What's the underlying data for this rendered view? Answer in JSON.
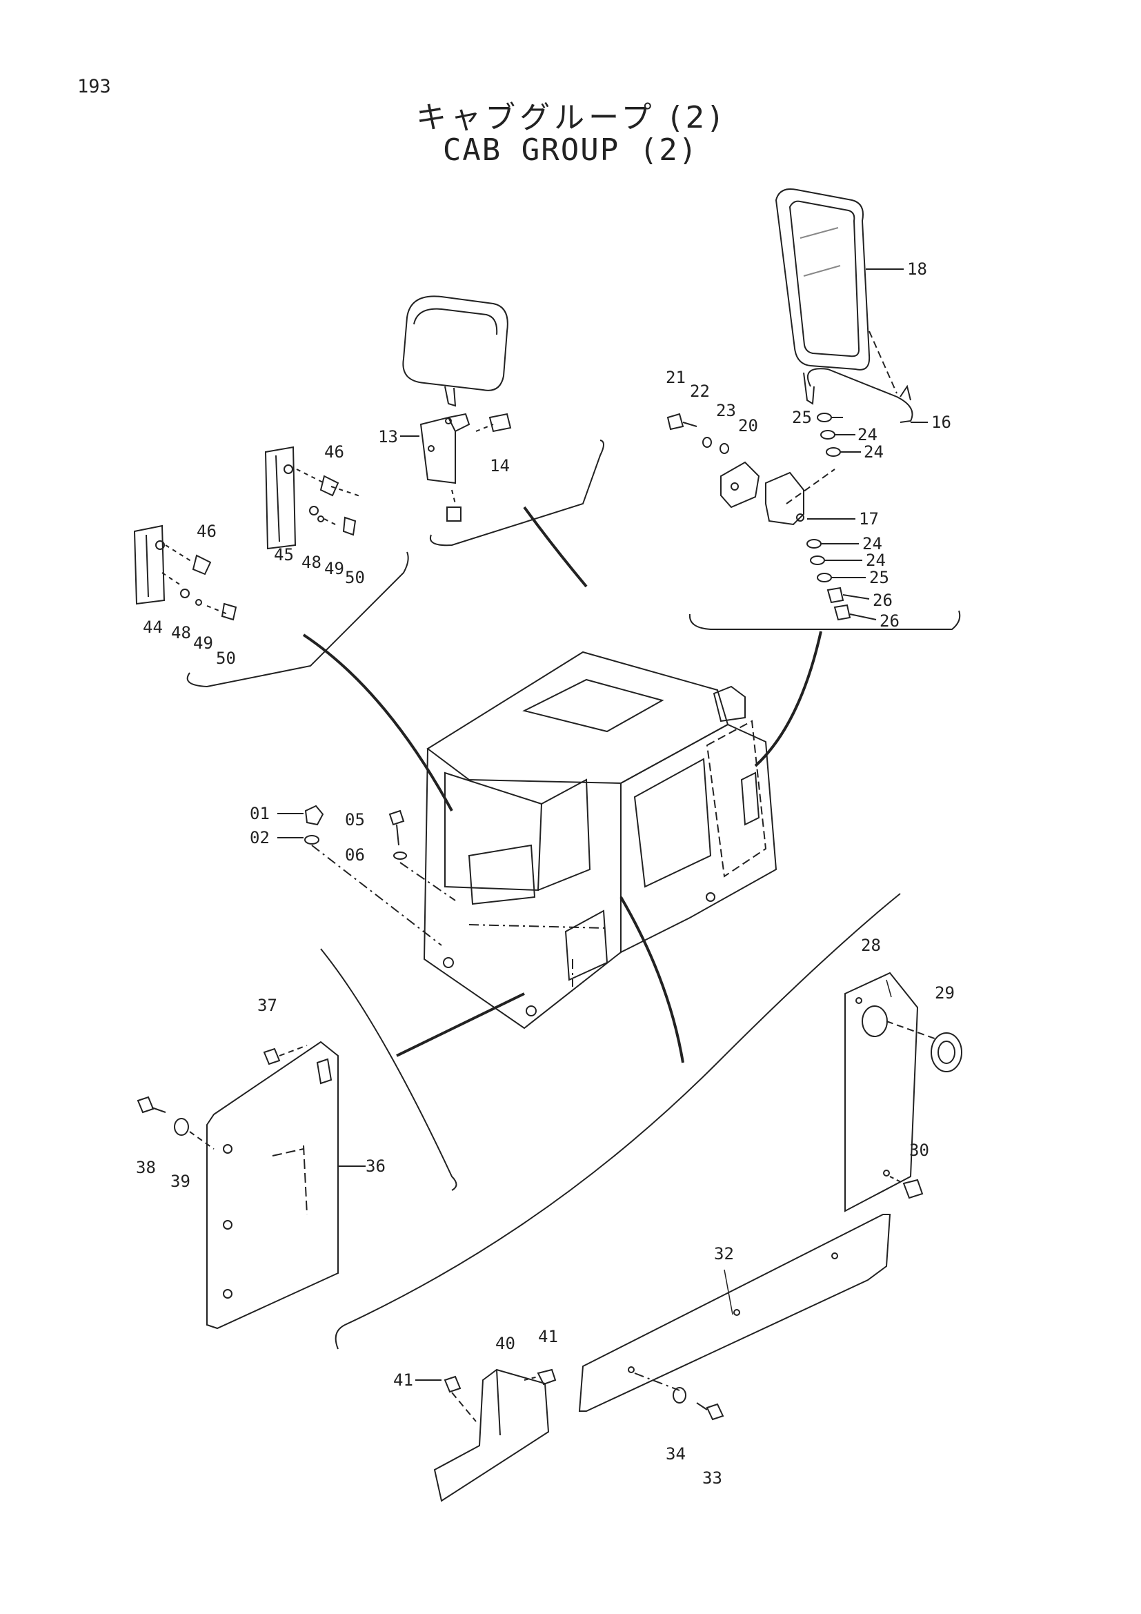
{
  "page_number": "193",
  "title_jp": "キャブグループ (2)",
  "title_en": "CAB GROUP (2)",
  "callouts": {
    "c01": "01",
    "c02": "02",
    "c05": "05",
    "c06": "06",
    "c13": "13",
    "c14": "14",
    "c16": "16",
    "c17": "17",
    "c18": "18",
    "c20": "20",
    "c21": "21",
    "c22": "22",
    "c23": "23",
    "c24a": "24",
    "c24b": "24",
    "c24c": "24",
    "c24d": "24",
    "c25a": "25",
    "c25b": "25",
    "c26a": "26",
    "c26b": "26",
    "c28": "28",
    "c29": "29",
    "c30": "30",
    "c32": "32",
    "c33": "33",
    "c34": "34",
    "c36": "36",
    "c37": "37",
    "c38": "38",
    "c39": "39",
    "c40": "40",
    "c41a": "41",
    "c41b": "41",
    "c44": "44",
    "c45": "45",
    "c46a": "46",
    "c46b": "46",
    "c48a": "48",
    "c48b": "48",
    "c49a": "49",
    "c49b": "49",
    "c50a": "50",
    "c50b": "50"
  }
}
